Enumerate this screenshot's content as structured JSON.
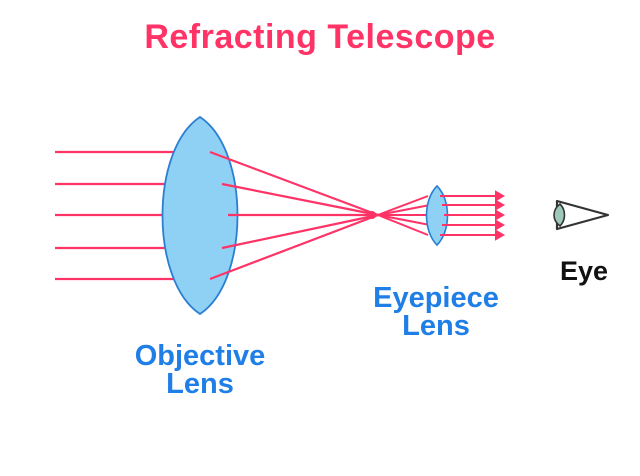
{
  "title": "Refracting Telescope",
  "labels": {
    "objective": {
      "line1": "Objective",
      "line2": "Lens"
    },
    "eyepiece": {
      "line1": "Eyepiece",
      "line2": "Lens"
    },
    "eye": "Eye"
  },
  "colors": {
    "title": "#ff3366",
    "ray": "#ff3366",
    "lens_fill": "#8fd0f5",
    "lens_stroke": "#2b7fd1",
    "label_blue": "#1f7fe6",
    "label_dark": "#111111",
    "eye_fill": "#9ec9b8"
  }
}
